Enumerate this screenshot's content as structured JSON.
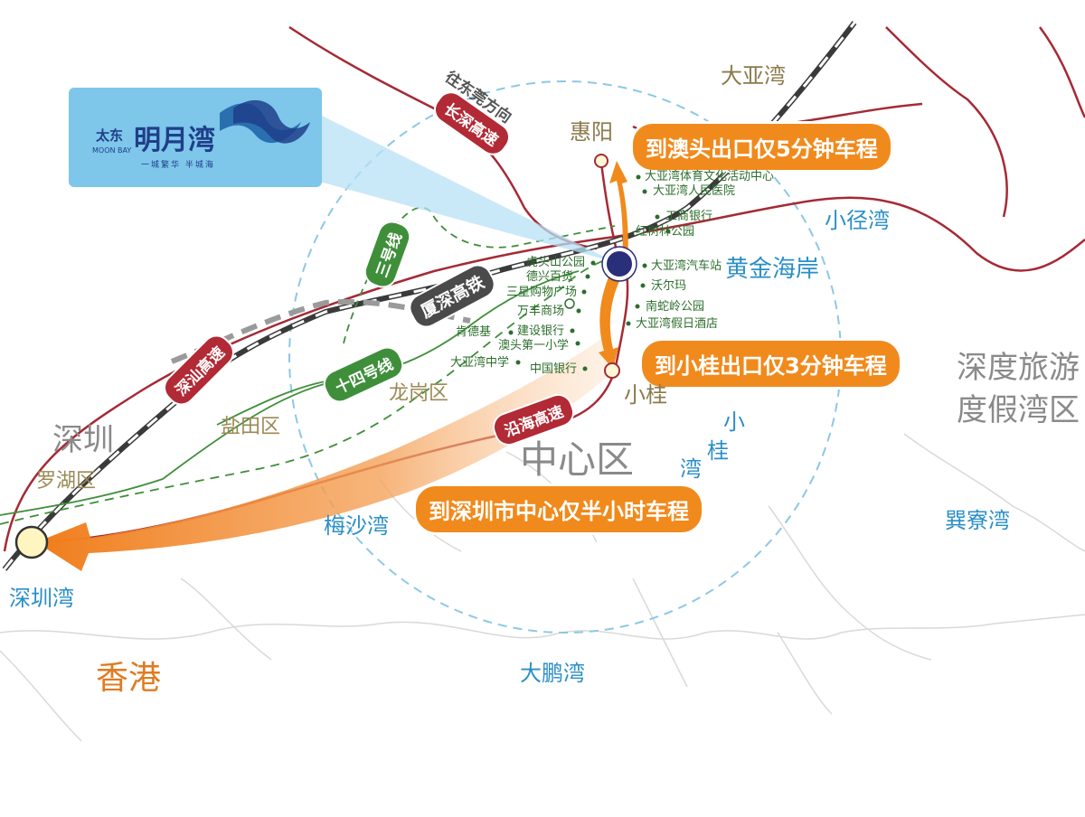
{
  "logo": {
    "brand_cn_small": "太东",
    "brand_en": "MOON BAY",
    "brand_cn_big": "明月湾",
    "slogan": "一城繁华 半城海"
  },
  "callouts": {
    "aotou": "到澳头出口仅5分钟车程",
    "xiaogui": "到小桂出口仅3分钟车程",
    "shenzhen": "到深圳市中心仅半小时车程"
  },
  "roads": {
    "changshen": "长深高速",
    "shenshan": "深汕高速",
    "xiashen": "厦深高铁",
    "yanhai": "沿海高速",
    "dongguan_dir": "往东莞方向",
    "line3": "三号线",
    "line14": "十四号线"
  },
  "places": {
    "dayawan": "大亚湾",
    "huiyang": "惠阳",
    "xiaojingwan": "小径湾",
    "huangjin": "黄金海岸",
    "xiaogui": "小桂",
    "xiaoguiwan_1": "小",
    "xiaoguiwan_2": "桂",
    "xiaoguiwan_3": "湾",
    "zhongxinqu": "中心区",
    "longgang": "龙岗区",
    "yantian": "盐田区",
    "shenzhen": "深圳",
    "luohu": "罗湖区",
    "meishawan": "梅沙湾",
    "shenzhenwan": "深圳湾",
    "hongkong": "香港",
    "dapengwan": "大鹏湾",
    "resort_1": "深度旅游",
    "resort_2": "度假湾区",
    "xunliaowan": "巽寮湾"
  },
  "poi_right": [
    "大亚湾体育文化活动中心",
    "大亚湾人民医院",
    "工商银行",
    "红树林公园",
    "大亚湾汽车站",
    "沃尔玛",
    "南蛇岭公园",
    "大亚湾假日酒店"
  ],
  "poi_left": [
    "虎头山公园",
    "德兴百货",
    "三星购物广场",
    "万丰商场",
    "肯德基",
    "建设银行",
    "澳头第一小学",
    "大亚湾中学",
    "中国银行"
  ],
  "colors": {
    "highway": "#a52a35",
    "railway": "#3a3a3a",
    "metro": "#3f8f3a",
    "accent": "#f08a1c",
    "radius_circle": "#8cc8e6"
  }
}
